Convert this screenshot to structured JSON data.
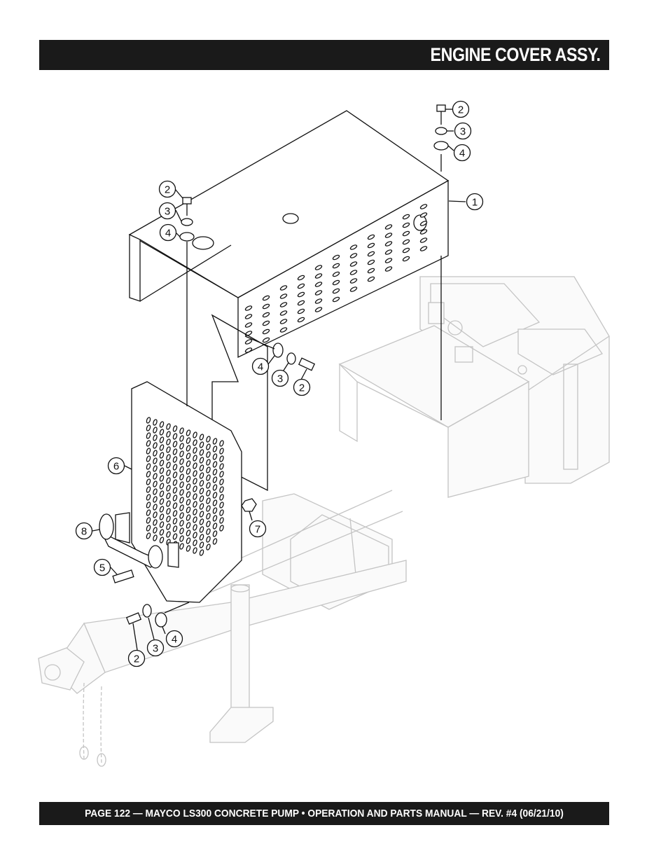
{
  "header": {
    "title": "ENGINE COVER ASSY."
  },
  "footer": {
    "text": "PAGE 122 — MAYCO LS300 CONCRETE PUMP • OPERATION AND PARTS MANUAL — REV. #4 (06/21/10)"
  },
  "callouts": [
    {
      "id": "c1",
      "label": "1"
    },
    {
      "id": "c2a",
      "label": "2"
    },
    {
      "id": "c3a",
      "label": "3"
    },
    {
      "id": "c4a",
      "label": "4"
    },
    {
      "id": "c2b",
      "label": "2"
    },
    {
      "id": "c3b",
      "label": "3"
    },
    {
      "id": "c4b",
      "label": "4"
    },
    {
      "id": "c4c",
      "label": "4"
    },
    {
      "id": "c3c",
      "label": "3"
    },
    {
      "id": "c2c",
      "label": "2"
    },
    {
      "id": "c6",
      "label": "6"
    },
    {
      "id": "c7",
      "label": "7"
    },
    {
      "id": "c8",
      "label": "8"
    },
    {
      "id": "c5",
      "label": "5"
    },
    {
      "id": "c2d",
      "label": "2"
    },
    {
      "id": "c3d",
      "label": "3"
    },
    {
      "id": "c4d",
      "label": "4"
    }
  ]
}
